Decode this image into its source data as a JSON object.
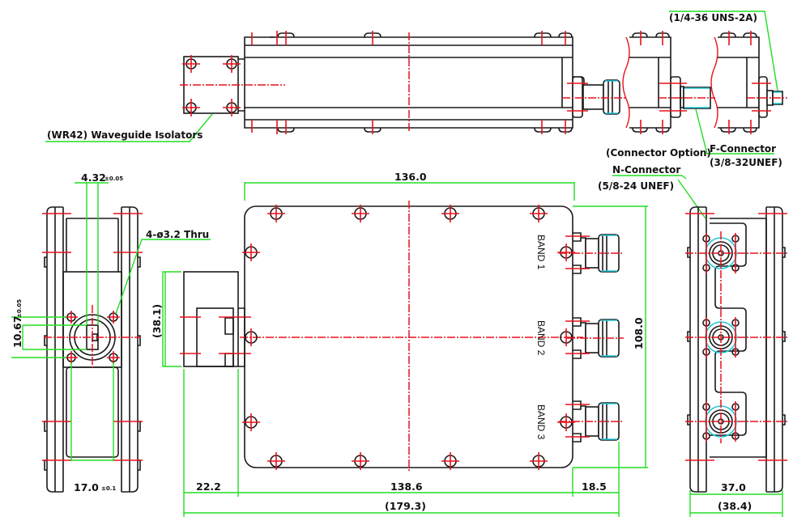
{
  "drawing": {
    "title": "Waveguide triplexer outline drawing",
    "colors": {
      "outline": "#1a1a1a",
      "centerline": "#e8101c",
      "dimension": "#22dd22",
      "connector_highlight": "#22c8d8"
    },
    "callouts": {
      "waveguide": "(WR42) Waveguide Isolators",
      "uns_thread": "(1/4-36 UNS-2A)",
      "connector_option": "(Connector Option)",
      "f_connector": "F-Connector",
      "f_connector_thread": "(3/8-32UNEF)",
      "n_connector": "N-Connector",
      "n_connector_thread": "(5/8-24 UNEF)",
      "holes": "4-ø3.2 Thru"
    },
    "dimensions": {
      "aperture_width": "4.32",
      "aperture_width_tol": "±0.05",
      "aperture_height": "10.67",
      "aperture_height_tol": "±0.05",
      "flange_width": "17.0",
      "flange_width_tol": "±0.1",
      "body_width": "136.0",
      "body_height": "108.0",
      "isolator_height": "(38.1)",
      "isolator_length": "22.2",
      "body_length": "138.6",
      "connector_length": "18.5",
      "overall_length": "(179.3)",
      "side_width": "37.0",
      "side_overall_width": "(38.4)"
    },
    "bands": [
      "BAND 1",
      "BAND 2",
      "BAND 3"
    ]
  }
}
